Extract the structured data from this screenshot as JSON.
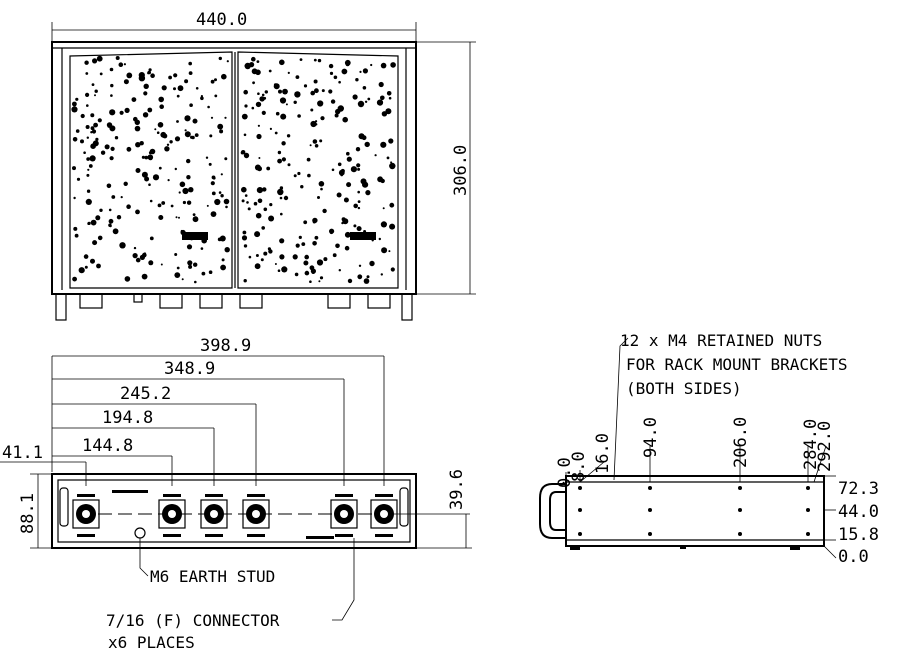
{
  "top_view": {
    "width_dim": "440.0",
    "depth_dim": "306.0"
  },
  "front_view": {
    "dims_horizontal": [
      "398.9",
      "348.9",
      "245.2",
      "194.8",
      "144.8",
      "41.1"
    ],
    "height_dim": "88.1",
    "connector_height_dim": "39.6",
    "earth_stud_note": "M6 EARTH STUD",
    "connector_note_line1": "7/16 (F) CONNECTOR",
    "connector_note_line2": "x6 PLACES"
  },
  "side_view": {
    "note_line1": "12 x M4 RETAINED NUTS",
    "note_line2": "FOR RACK MOUNT BRACKETS",
    "note_line3": "(BOTH SIDES)",
    "horizontal_positions": [
      "0.0",
      "8.0",
      "16.0",
      "94.0",
      "206.0",
      "284.0",
      "292.0"
    ],
    "vertical_positions": [
      "72.3",
      "44.0",
      "15.8",
      "0.0"
    ]
  }
}
